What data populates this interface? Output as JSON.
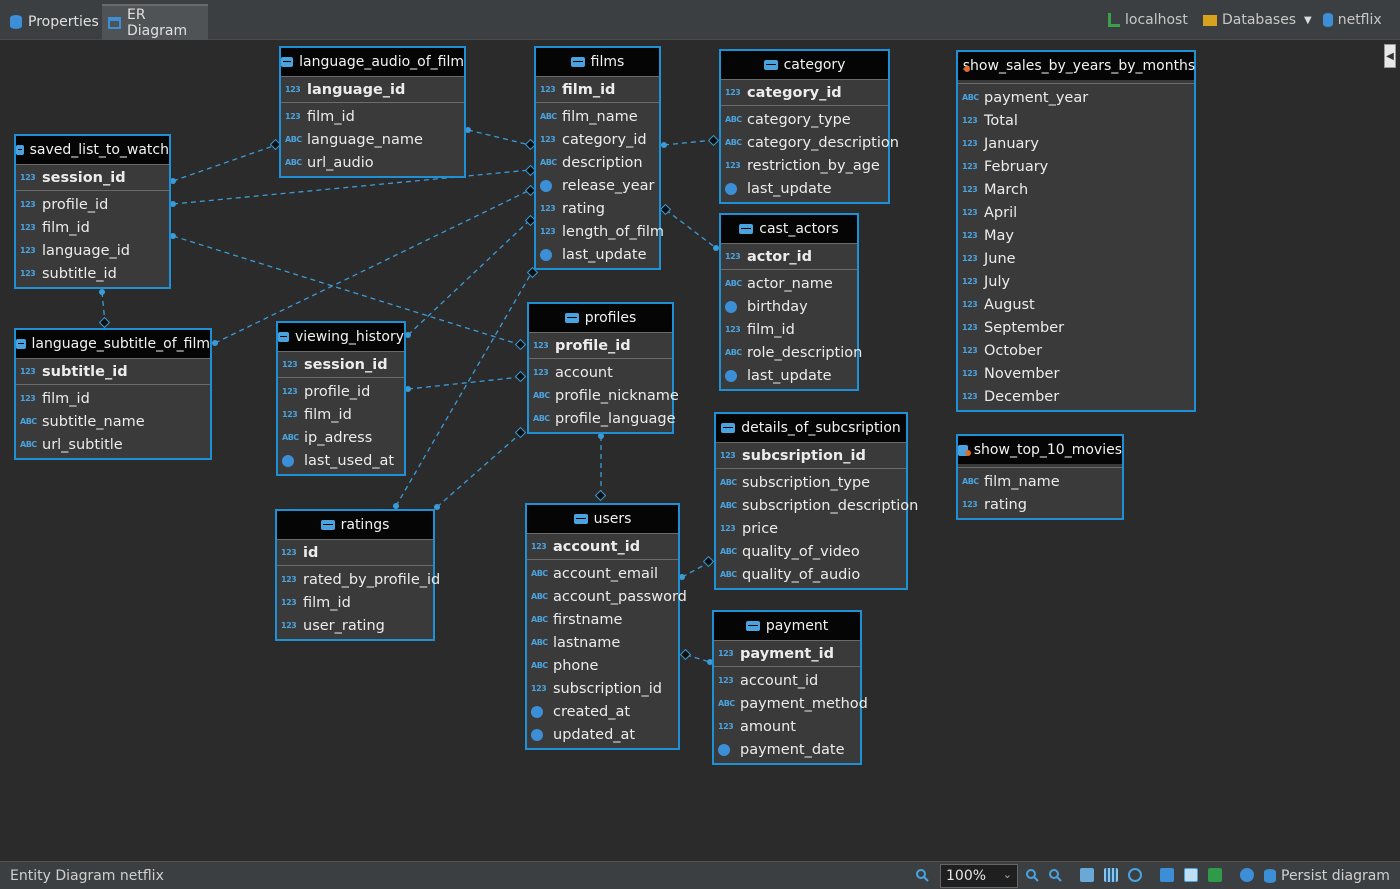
{
  "tabs": [
    {
      "label": "Properties",
      "icon": "database-icon"
    },
    {
      "label": "ER Diagram",
      "icon": "er-diagram-icon"
    }
  ],
  "connection": {
    "host": "localhost",
    "databases": "Databases",
    "schema": "netflix"
  },
  "status": {
    "left": "Entity Diagram  netflix",
    "zoom": "100%",
    "persist": "Persist diagram"
  },
  "colors": {
    "accent": "#1e90d6",
    "background": "#2b2b2b",
    "entity_body": "#3a3a3a",
    "header": "#050505"
  },
  "entities": {
    "language_audio_of_film": {
      "title": "language_audio_of_film",
      "key": {
        "name": "language_id",
        "type": "123"
      },
      "fields": [
        {
          "name": "film_id",
          "type": "123"
        },
        {
          "name": "language_name",
          "type": "ABC"
        },
        {
          "name": "url_audio",
          "type": "ABC"
        }
      ]
    },
    "films": {
      "title": "films",
      "key": {
        "name": "film_id",
        "type": "123"
      },
      "fields": [
        {
          "name": "film_name",
          "type": "ABC"
        },
        {
          "name": "category_id",
          "type": "123"
        },
        {
          "name": "description",
          "type": "ABC"
        },
        {
          "name": "release_year",
          "type": "clock"
        },
        {
          "name": "rating",
          "type": "123"
        },
        {
          "name": "length_of_film",
          "type": "123"
        },
        {
          "name": "last_update",
          "type": "clock"
        }
      ]
    },
    "category": {
      "title": "category",
      "key": {
        "name": "category_id",
        "type": "123"
      },
      "fields": [
        {
          "name": "category_type",
          "type": "ABC"
        },
        {
          "name": "category_description",
          "type": "ABC"
        },
        {
          "name": "restriction_by_age",
          "type": "123"
        },
        {
          "name": "last_update",
          "type": "clock"
        }
      ]
    },
    "show_sales": {
      "title": "show_sales_by_years_by_months",
      "fields": [
        {
          "name": "payment_year",
          "type": "ABC"
        },
        {
          "name": "Total",
          "type": "123"
        },
        {
          "name": "January",
          "type": "123"
        },
        {
          "name": "February",
          "type": "123"
        },
        {
          "name": "March",
          "type": "123"
        },
        {
          "name": "April",
          "type": "123"
        },
        {
          "name": "May",
          "type": "123"
        },
        {
          "name": "June",
          "type": "123"
        },
        {
          "name": "July",
          "type": "123"
        },
        {
          "name": "August",
          "type": "123"
        },
        {
          "name": "September",
          "type": "123"
        },
        {
          "name": "October",
          "type": "123"
        },
        {
          "name": "November",
          "type": "123"
        },
        {
          "name": "December",
          "type": "123"
        }
      ]
    },
    "saved_list_to_watch": {
      "title": "saved_list_to_watch",
      "key": {
        "name": "session_id",
        "type": "123"
      },
      "fields": [
        {
          "name": "profile_id",
          "type": "123"
        },
        {
          "name": "film_id",
          "type": "123"
        },
        {
          "name": "language_id",
          "type": "123"
        },
        {
          "name": "subtitle_id",
          "type": "123"
        }
      ]
    },
    "cast_actors": {
      "title": "cast_actors",
      "key": {
        "name": "actor_id",
        "type": "123"
      },
      "fields": [
        {
          "name": "actor_name",
          "type": "ABC"
        },
        {
          "name": "birthday",
          "type": "clock"
        },
        {
          "name": "film_id",
          "type": "123"
        },
        {
          "name": "role_description",
          "type": "ABC"
        },
        {
          "name": "last_update",
          "type": "clock"
        }
      ]
    },
    "language_subtitle_of_film": {
      "title": "language_subtitle_of_film",
      "key": {
        "name": "subtitle_id",
        "type": "123"
      },
      "fields": [
        {
          "name": "film_id",
          "type": "123"
        },
        {
          "name": "subtitle_name",
          "type": "ABC"
        },
        {
          "name": "url_subtitle",
          "type": "ABC"
        }
      ]
    },
    "viewing_history": {
      "title": "viewing_history",
      "key": {
        "name": "session_id",
        "type": "123"
      },
      "fields": [
        {
          "name": "profile_id",
          "type": "123"
        },
        {
          "name": "film_id",
          "type": "123"
        },
        {
          "name": "ip_adress",
          "type": "ABC"
        },
        {
          "name": "last_used_at",
          "type": "clock"
        }
      ]
    },
    "profiles": {
      "title": "profiles",
      "key": {
        "name": "profile_id",
        "type": "123"
      },
      "fields": [
        {
          "name": "account",
          "type": "123"
        },
        {
          "name": "profile_nickname",
          "type": "ABC"
        },
        {
          "name": "profile_language",
          "type": "ABC"
        }
      ]
    },
    "details_of_subcsription": {
      "title": "details_of_subcsription",
      "key": {
        "name": "subcsription_id",
        "type": "123"
      },
      "fields": [
        {
          "name": "subscription_type",
          "type": "ABC"
        },
        {
          "name": "subscription_description",
          "type": "ABC"
        },
        {
          "name": "price",
          "type": "123"
        },
        {
          "name": "quality_of_video",
          "type": "ABC"
        },
        {
          "name": "quality_of_audio",
          "type": "ABC"
        }
      ]
    },
    "show_top_10_movies": {
      "title": "show_top_10_movies",
      "fields": [
        {
          "name": "film_name",
          "type": "ABC"
        },
        {
          "name": "rating",
          "type": "123"
        }
      ]
    },
    "ratings": {
      "title": "ratings",
      "key": {
        "name": "id",
        "type": "123"
      },
      "fields": [
        {
          "name": "rated_by_profile_id",
          "type": "123"
        },
        {
          "name": "film_id",
          "type": "123"
        },
        {
          "name": "user_rating",
          "type": "123"
        }
      ]
    },
    "users": {
      "title": "users",
      "key": {
        "name": "account_id",
        "type": "123"
      },
      "fields": [
        {
          "name": "account_email",
          "type": "ABC"
        },
        {
          "name": "account_password",
          "type": "ABC"
        },
        {
          "name": "firstname",
          "type": "ABC"
        },
        {
          "name": "lastname",
          "type": "ABC"
        },
        {
          "name": "phone",
          "type": "ABC"
        },
        {
          "name": "subscription_id",
          "type": "123"
        },
        {
          "name": "created_at",
          "type": "clock"
        },
        {
          "name": "updated_at",
          "type": "clock"
        }
      ]
    },
    "payment": {
      "title": "payment",
      "key": {
        "name": "payment_id",
        "type": "123"
      },
      "fields": [
        {
          "name": "account_id",
          "type": "123"
        },
        {
          "name": "payment_method",
          "type": "ABC"
        },
        {
          "name": "amount",
          "type": "123"
        },
        {
          "name": "payment_date",
          "type": "clock"
        }
      ]
    }
  }
}
